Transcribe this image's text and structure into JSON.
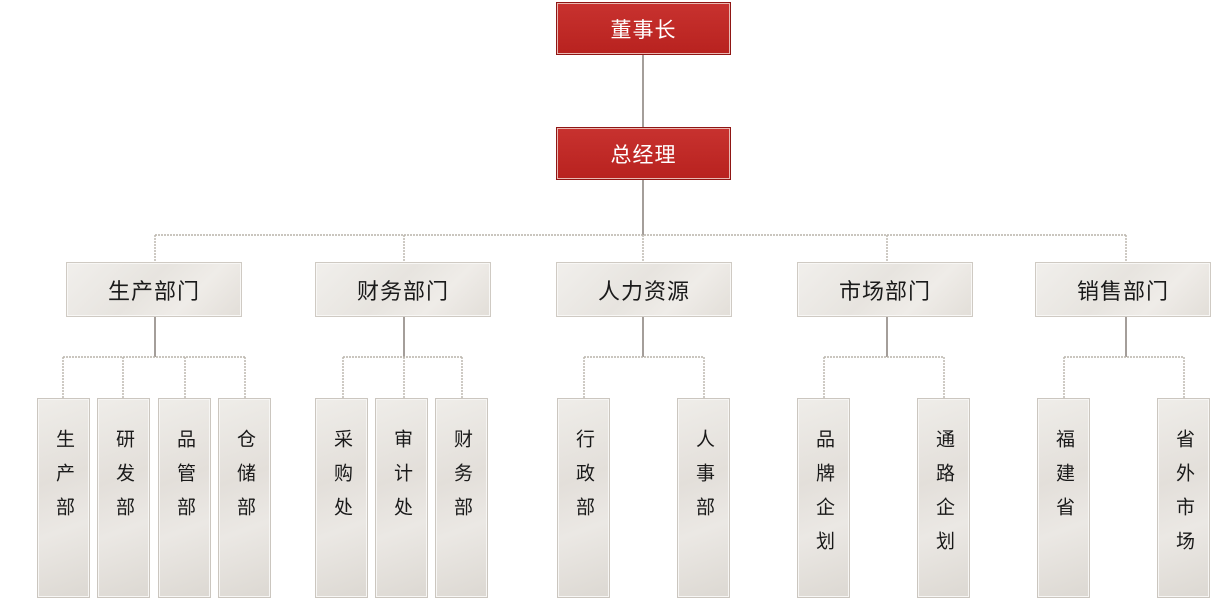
{
  "chairman": "董事长",
  "general_manager": "总经理",
  "departments": [
    {
      "name": "生产部门",
      "subs": [
        "生产部",
        "研发部",
        "品管部",
        "仓储部"
      ]
    },
    {
      "name": "财务部门",
      "subs": [
        "采购处",
        "审计处",
        "财务部"
      ]
    },
    {
      "name": "人力资源",
      "subs": [
        "行政部",
        "人事部"
      ]
    },
    {
      "name": "市场部门",
      "subs": [
        "品牌企划",
        "通路企划"
      ]
    },
    {
      "name": "销售部门",
      "subs": [
        "福建省",
        "省外市场"
      ]
    }
  ]
}
